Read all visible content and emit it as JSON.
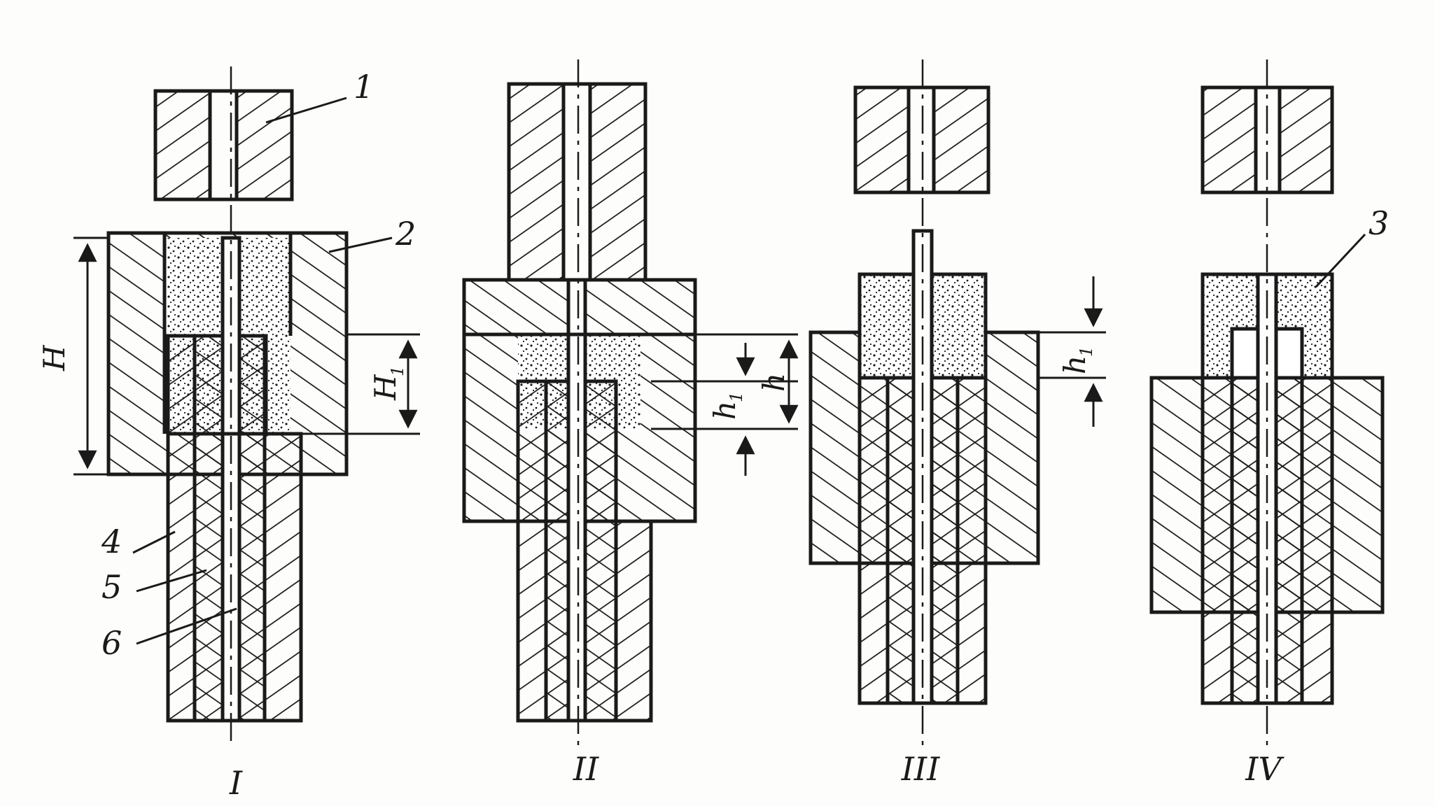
{
  "colors": {
    "ink": "#1a1a1a",
    "paper": "#fdfdfb",
    "powder": "#ffffff"
  },
  "stages": [
    "I",
    "II",
    "III",
    "IV"
  ],
  "part_numbers": {
    "p1": "1",
    "p2": "2",
    "p3": "3",
    "p4": "4",
    "p5": "5",
    "p6": "6"
  },
  "dimensions": {
    "H": "H",
    "H1": "H",
    "h": "h",
    "h1": "h",
    "sub1": "1"
  }
}
